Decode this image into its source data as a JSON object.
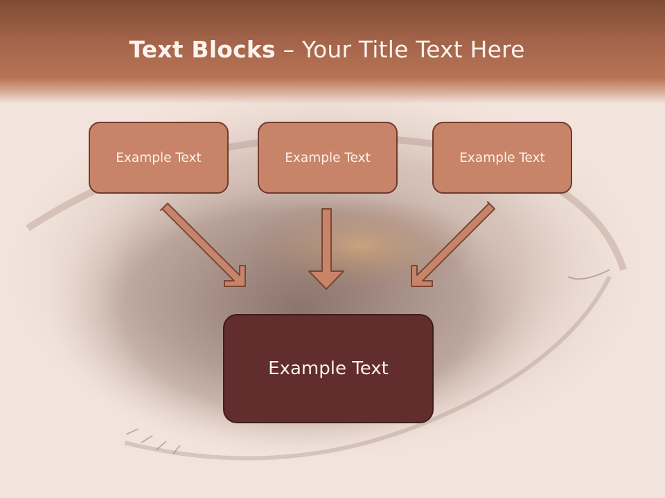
{
  "slide": {
    "title_bold": "Text Blocks",
    "title_dash": " – ",
    "title_rest": "Your Title Text Here"
  },
  "blocks": {
    "top": [
      {
        "label": "Example Text"
      },
      {
        "label": "Example Text"
      },
      {
        "label": "Example Text"
      }
    ],
    "bottom": {
      "label": "Example Text"
    }
  },
  "colors": {
    "title_band": "#a3644a",
    "box_fill": "#c88468",
    "box_border": "#6f3b2c",
    "bottom_box_fill": "#612e2d",
    "arrow_fill": "#c88468"
  },
  "icons": {
    "arrow": "down-arrow-icon"
  }
}
